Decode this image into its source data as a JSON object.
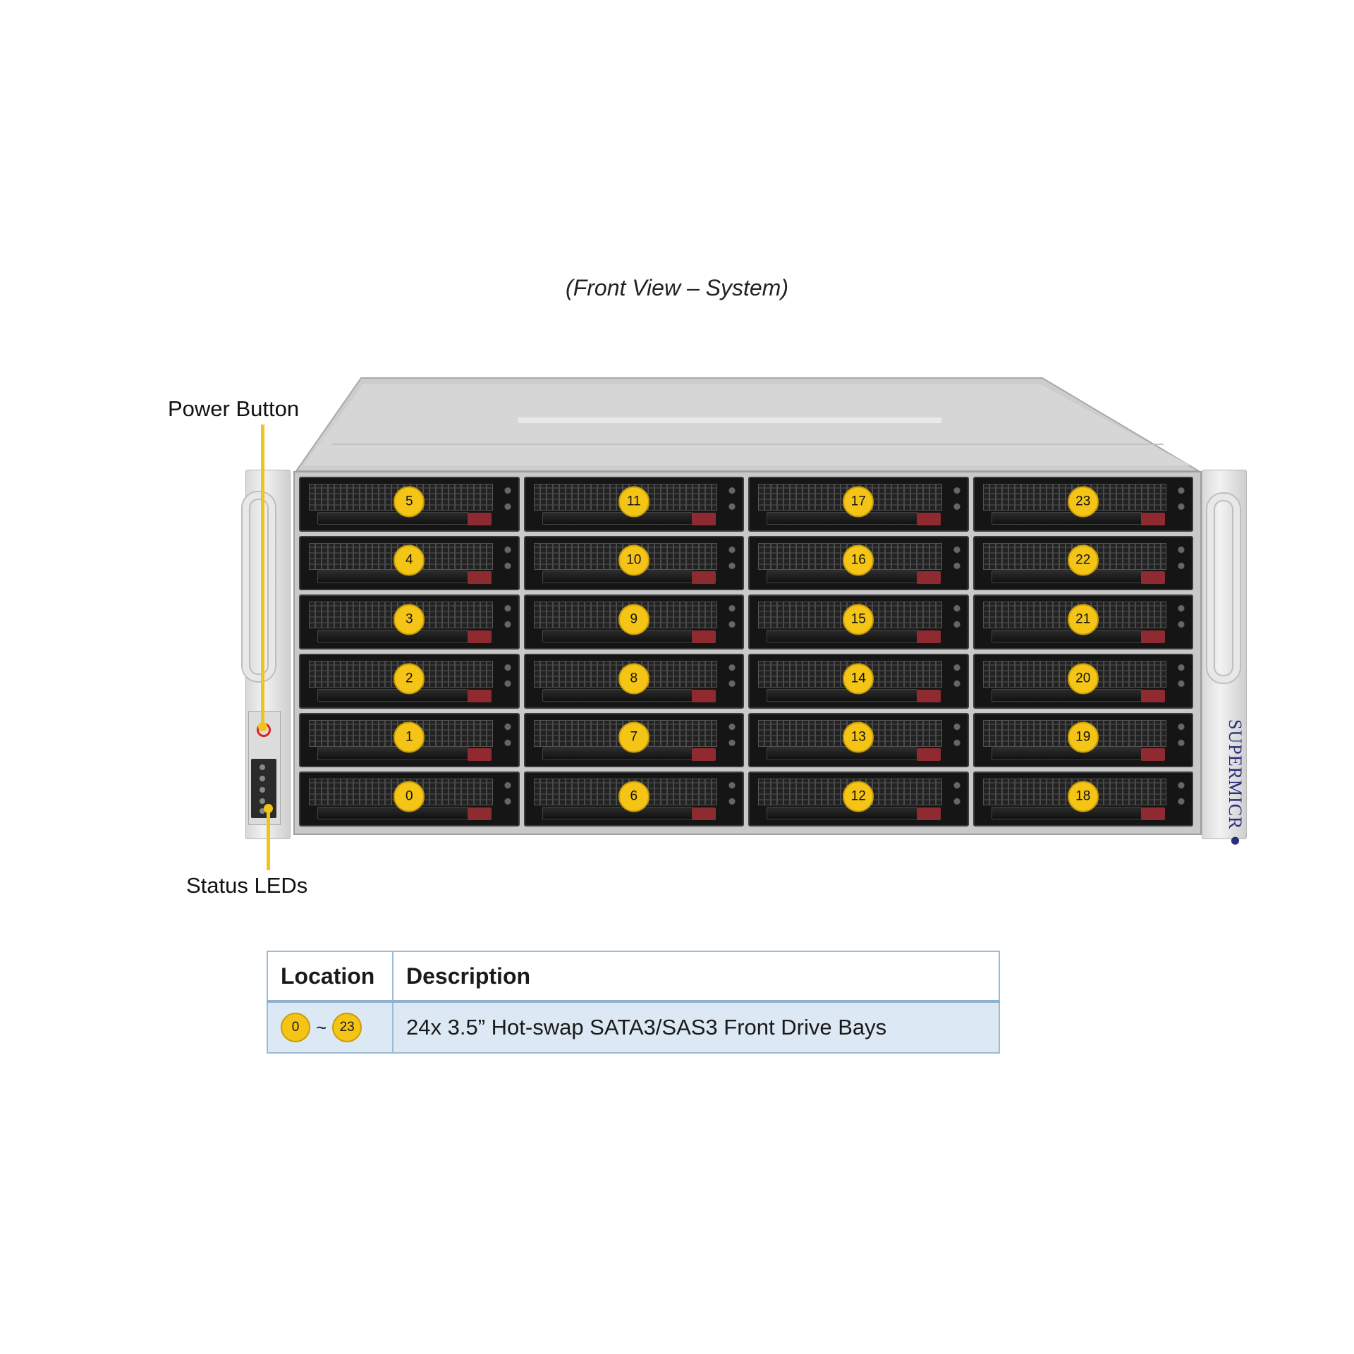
{
  "caption": "(Front View – System)",
  "callouts": {
    "power": "Power Button",
    "status": "Status LEDs"
  },
  "brand": "SUPERMICR●",
  "bays": {
    "columns": [
      [
        5,
        4,
        3,
        2,
        1,
        0
      ],
      [
        11,
        10,
        9,
        8,
        7,
        6
      ],
      [
        17,
        16,
        15,
        14,
        13,
        12
      ],
      [
        23,
        22,
        21,
        20,
        19,
        18
      ]
    ]
  },
  "table": {
    "headers": {
      "location": "Location",
      "description": "Description"
    },
    "row": {
      "from": "0",
      "separator": "~",
      "to": "23",
      "description": "24x 3.5” Hot-swap SATA3/SAS3 Front Drive Bays"
    }
  },
  "colors": {
    "badge": "#f4c516",
    "callout_line": "#f1c41a",
    "table_border": "#9bbbd6",
    "table_row": "#dce8f4"
  }
}
